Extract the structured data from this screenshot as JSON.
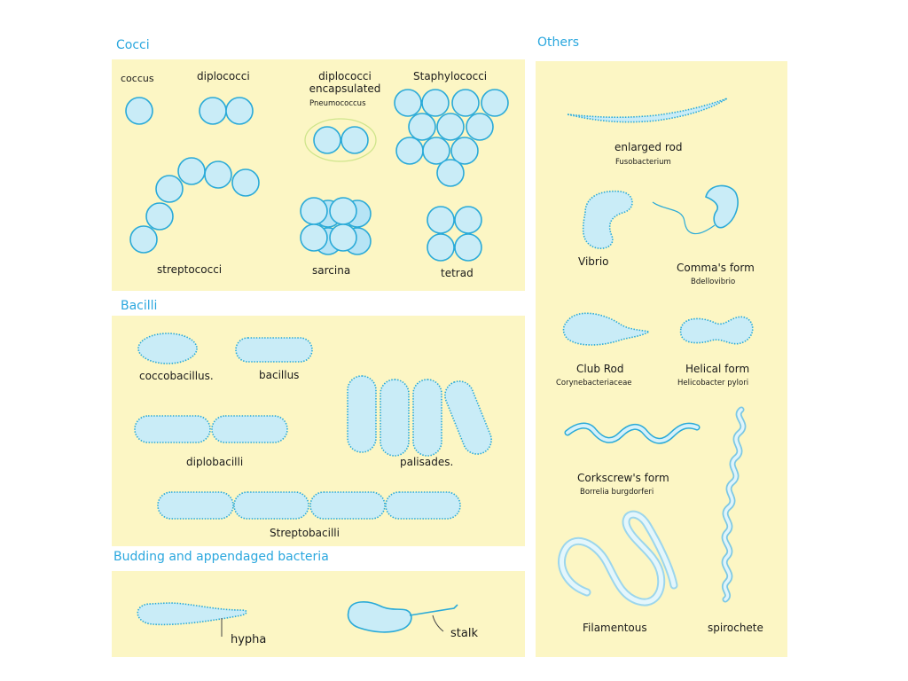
{
  "sections": {
    "cocci": "Cocci",
    "others": "Others",
    "bacilli": "Bacilli",
    "budding": "Budding and appendaged bacteria"
  },
  "cocci": {
    "coccus": "coccus",
    "diplococci": "diplococci",
    "diplococci_encapsulated": "diplococci\nencapsulated",
    "pneumococcus": "Pneumococcus",
    "staphylococci": "Staphylococci",
    "streptococci": "streptococci",
    "sarcina": "sarcina",
    "tetrad": "tetrad"
  },
  "bacilli": {
    "coccobacillus": "coccobacillus.",
    "bacillus": "bacillus",
    "diplobacilli": "diplobacilli",
    "palisades": "palisades.",
    "streptobacilli": "Streptobacilli"
  },
  "budding": {
    "hypha": "hypha",
    "stalk": "stalk"
  },
  "others": {
    "enlarged_rod": "enlarged rod",
    "fusobacterium": "Fusobacterium",
    "vibrio": "Vibrio",
    "commas_form": "Comma's form",
    "bdellovibrio": "Bdellovibrio",
    "club_rod": "Club Rod",
    "corynebacteriaceae": "Corynebacteriaceae",
    "helical_form": "Helical form",
    "helicobacter": "Helicobacter pylori",
    "corkscrew": "Corkscrew's form",
    "borrelia": "Borrelia burgdorferi",
    "filamentous": "Filamentous",
    "spirochete": "spirochete"
  }
}
